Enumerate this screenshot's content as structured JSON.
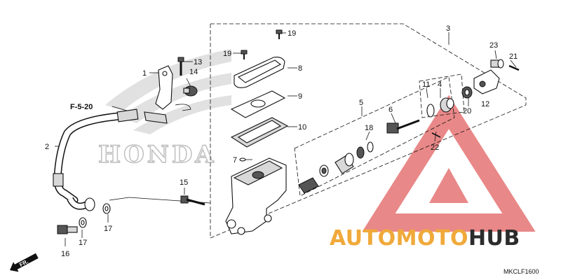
{
  "diagram": {
    "labels": {
      "p1": "1",
      "p2": "2",
      "p3": "3",
      "p4": "4",
      "p5": "5",
      "p6": "6",
      "p7": "7",
      "p8": "8",
      "p9": "9",
      "p10": "10",
      "p11": "11",
      "p12": "12",
      "p13": "13",
      "p14": "14",
      "p15": "15",
      "p16": "16",
      "p17a": "17",
      "p17b": "17",
      "p18": "18",
      "p19a": "19",
      "p19b": "19",
      "p20": "20",
      "p21": "21",
      "p22": "22",
      "p23": "23"
    },
    "reference": "F-5-20",
    "direction": "FR.",
    "diagram_code": "MKCLF1600",
    "background_brand": "HONDA"
  },
  "watermark": {
    "part_dark_1": "AUTO",
    "part_orange": "MOTO",
    "part_dark_2": "HUB",
    "colors": {
      "dark": "#2c2c2c",
      "orange": "#f0a93a",
      "triangle": "#e57373"
    }
  }
}
